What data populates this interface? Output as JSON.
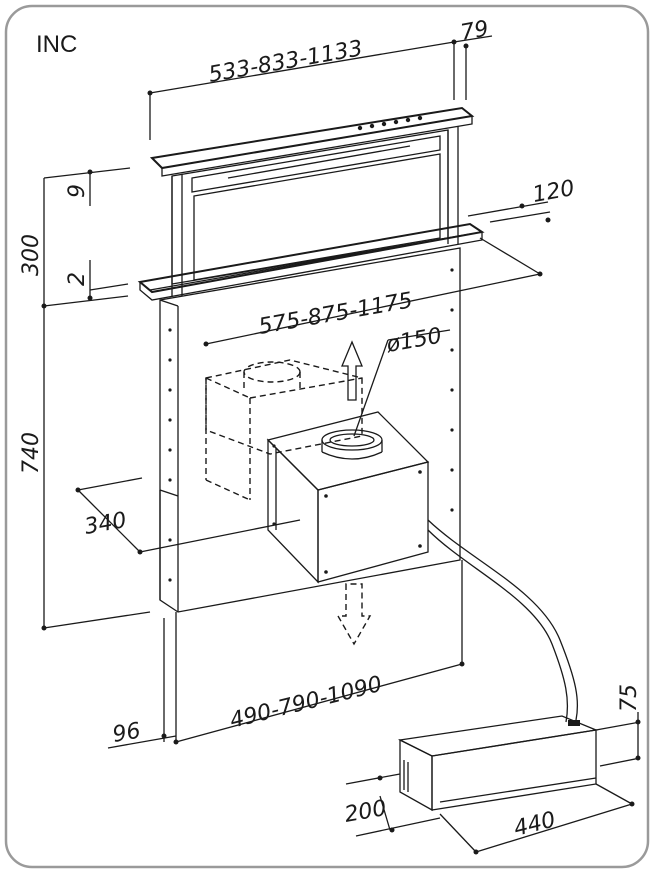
{
  "label": "INC",
  "dimensions": {
    "top_width": "533-833-1133",
    "top_depth": "79",
    "frame_width": "575-875-1175",
    "frame_depth": "120",
    "diameter": "ø150",
    "total_height": "300",
    "upper_gap": "9",
    "lower_gap": "2",
    "body_height": "740",
    "motor_depth": "340",
    "base_width": "490-790-1090",
    "base_depth": "96",
    "unit_height": "75",
    "unit_depth": "200",
    "unit_width": "440"
  },
  "colors": {
    "line": "#1a1a1a",
    "frame": "#9a9a9a",
    "background": "#ffffff"
  }
}
